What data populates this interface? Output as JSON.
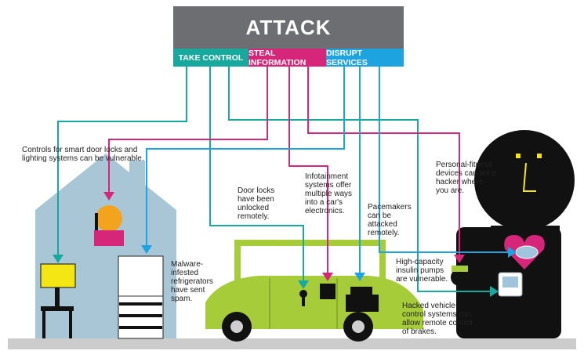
{
  "header": {
    "title": "ATTACK"
  },
  "categories": {
    "take_control": "TAKE CONTROL",
    "steal_information": "STEAL INFORMATION",
    "disrupt_services": "DISRUPT SERVICES"
  },
  "notes": {
    "smart_home": "Controls for smart door locks and lighting systems can be vulnerable.",
    "door_locks": "Door locks have been unlocked remotely.",
    "infotainment": "Infotainment systems offer multiple ways into a car's electronics.",
    "pacemakers": "Pacemakers can be attacked remotely.",
    "fitness": "Personal-fitness devices can tell a hacker where you are.",
    "refrigerators": "Malware-infested refrigerators have sent spam.",
    "insulin": "High-capacity insulin pumps are vulnerable.",
    "vehicle_control": "Hacked vehicle-control systems can allow remote control of brakes."
  },
  "colors": {
    "take_control": "#17a99e",
    "steal_information": "#d6267a",
    "disrupt_services": "#1da3e0",
    "header": "#6d6e71",
    "house": "#a9c6d6",
    "car": "#a7cc3a",
    "person": "#111111",
    "heart": "#d6267a",
    "ground": "#cccccc"
  }
}
